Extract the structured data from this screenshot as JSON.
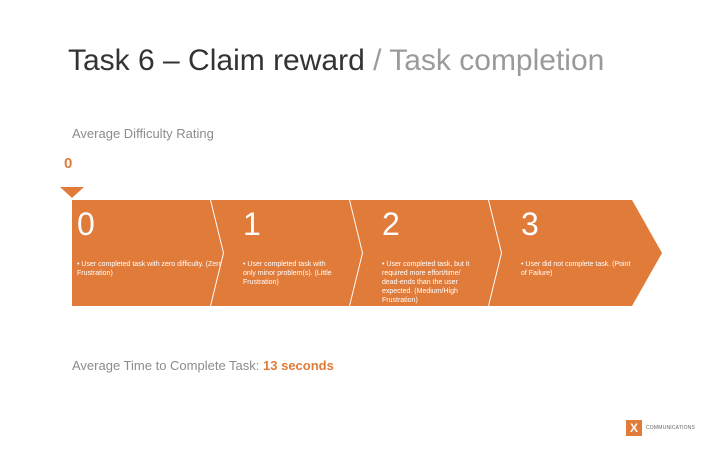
{
  "title": {
    "main": "Task 6 – Claim reward",
    "separator": " / ",
    "sub": "Task completion"
  },
  "difficulty": {
    "label": "Average Difficulty Rating",
    "value": "0"
  },
  "scale": [
    {
      "number": "0",
      "description": "• User completed task with zero difficulty. (Zero Frustration)"
    },
    {
      "number": "1",
      "description": "• User completed task with only minor problem(s). (Little Frustration)"
    },
    {
      "number": "2",
      "description": "• User completed task, but it required more effort/time/ dead-ends than the user expected. (Medium/High Frustration)"
    },
    {
      "number": "3",
      "description": "• User did not complete task. (Point of Failure)"
    }
  ],
  "time": {
    "label": "Average Time to Complete Task: ",
    "value": "13 seconds"
  },
  "logo": {
    "mark": "X",
    "text": "COMMUNICATIONS"
  },
  "colors": {
    "accent": "#e07b39",
    "title": "#333333",
    "subtitle": "#9a9a9a",
    "label": "#8c8c8c"
  }
}
